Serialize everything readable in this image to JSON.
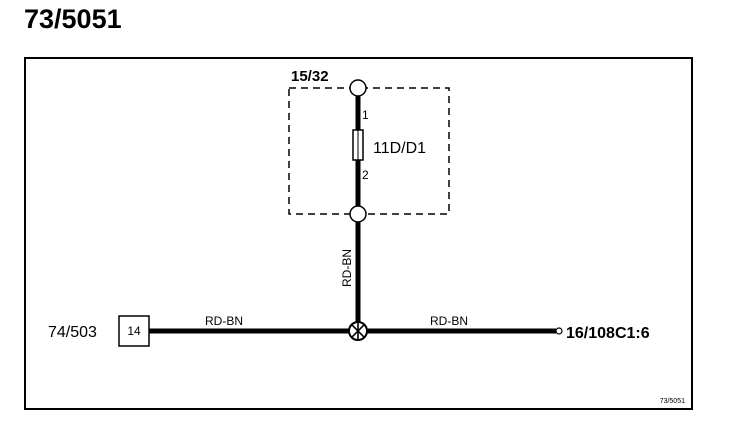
{
  "page_title": "73/5051",
  "diagram": {
    "fuse_box_ref": "15/32",
    "fuse_label": "11D/D1",
    "fuse_pin_top": "1",
    "fuse_pin_bottom": "2",
    "wire_vertical": "RD-BN",
    "wire_left": "RD-BN",
    "wire_right": "RD-BN",
    "left_connector_ref": "74/503",
    "left_connector_pin": "14",
    "right_connector_ref": "16/108C1:6",
    "drawing_number": "73/5051"
  }
}
